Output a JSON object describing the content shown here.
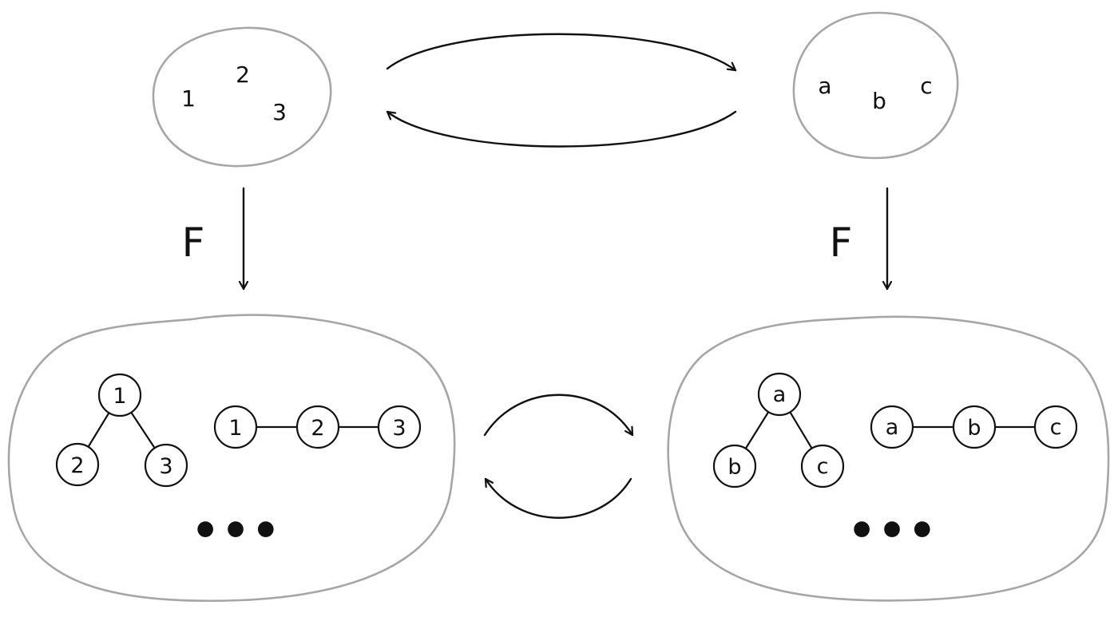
{
  "sets": {
    "left": {
      "elements": [
        "1",
        "2",
        "3"
      ]
    },
    "right": {
      "elements": [
        "a",
        "b",
        "c"
      ]
    }
  },
  "functor": {
    "left_label": "F",
    "right_label": "F"
  },
  "structures": {
    "left": {
      "tree": {
        "root": "1",
        "left_child": "2",
        "right_child": "3"
      },
      "path": [
        "1",
        "2",
        "3"
      ],
      "more": "•••"
    },
    "right": {
      "tree": {
        "root": "a",
        "left_child": "b",
        "right_child": "c"
      },
      "path": [
        "a",
        "b",
        "c"
      ],
      "more": "•••"
    }
  }
}
